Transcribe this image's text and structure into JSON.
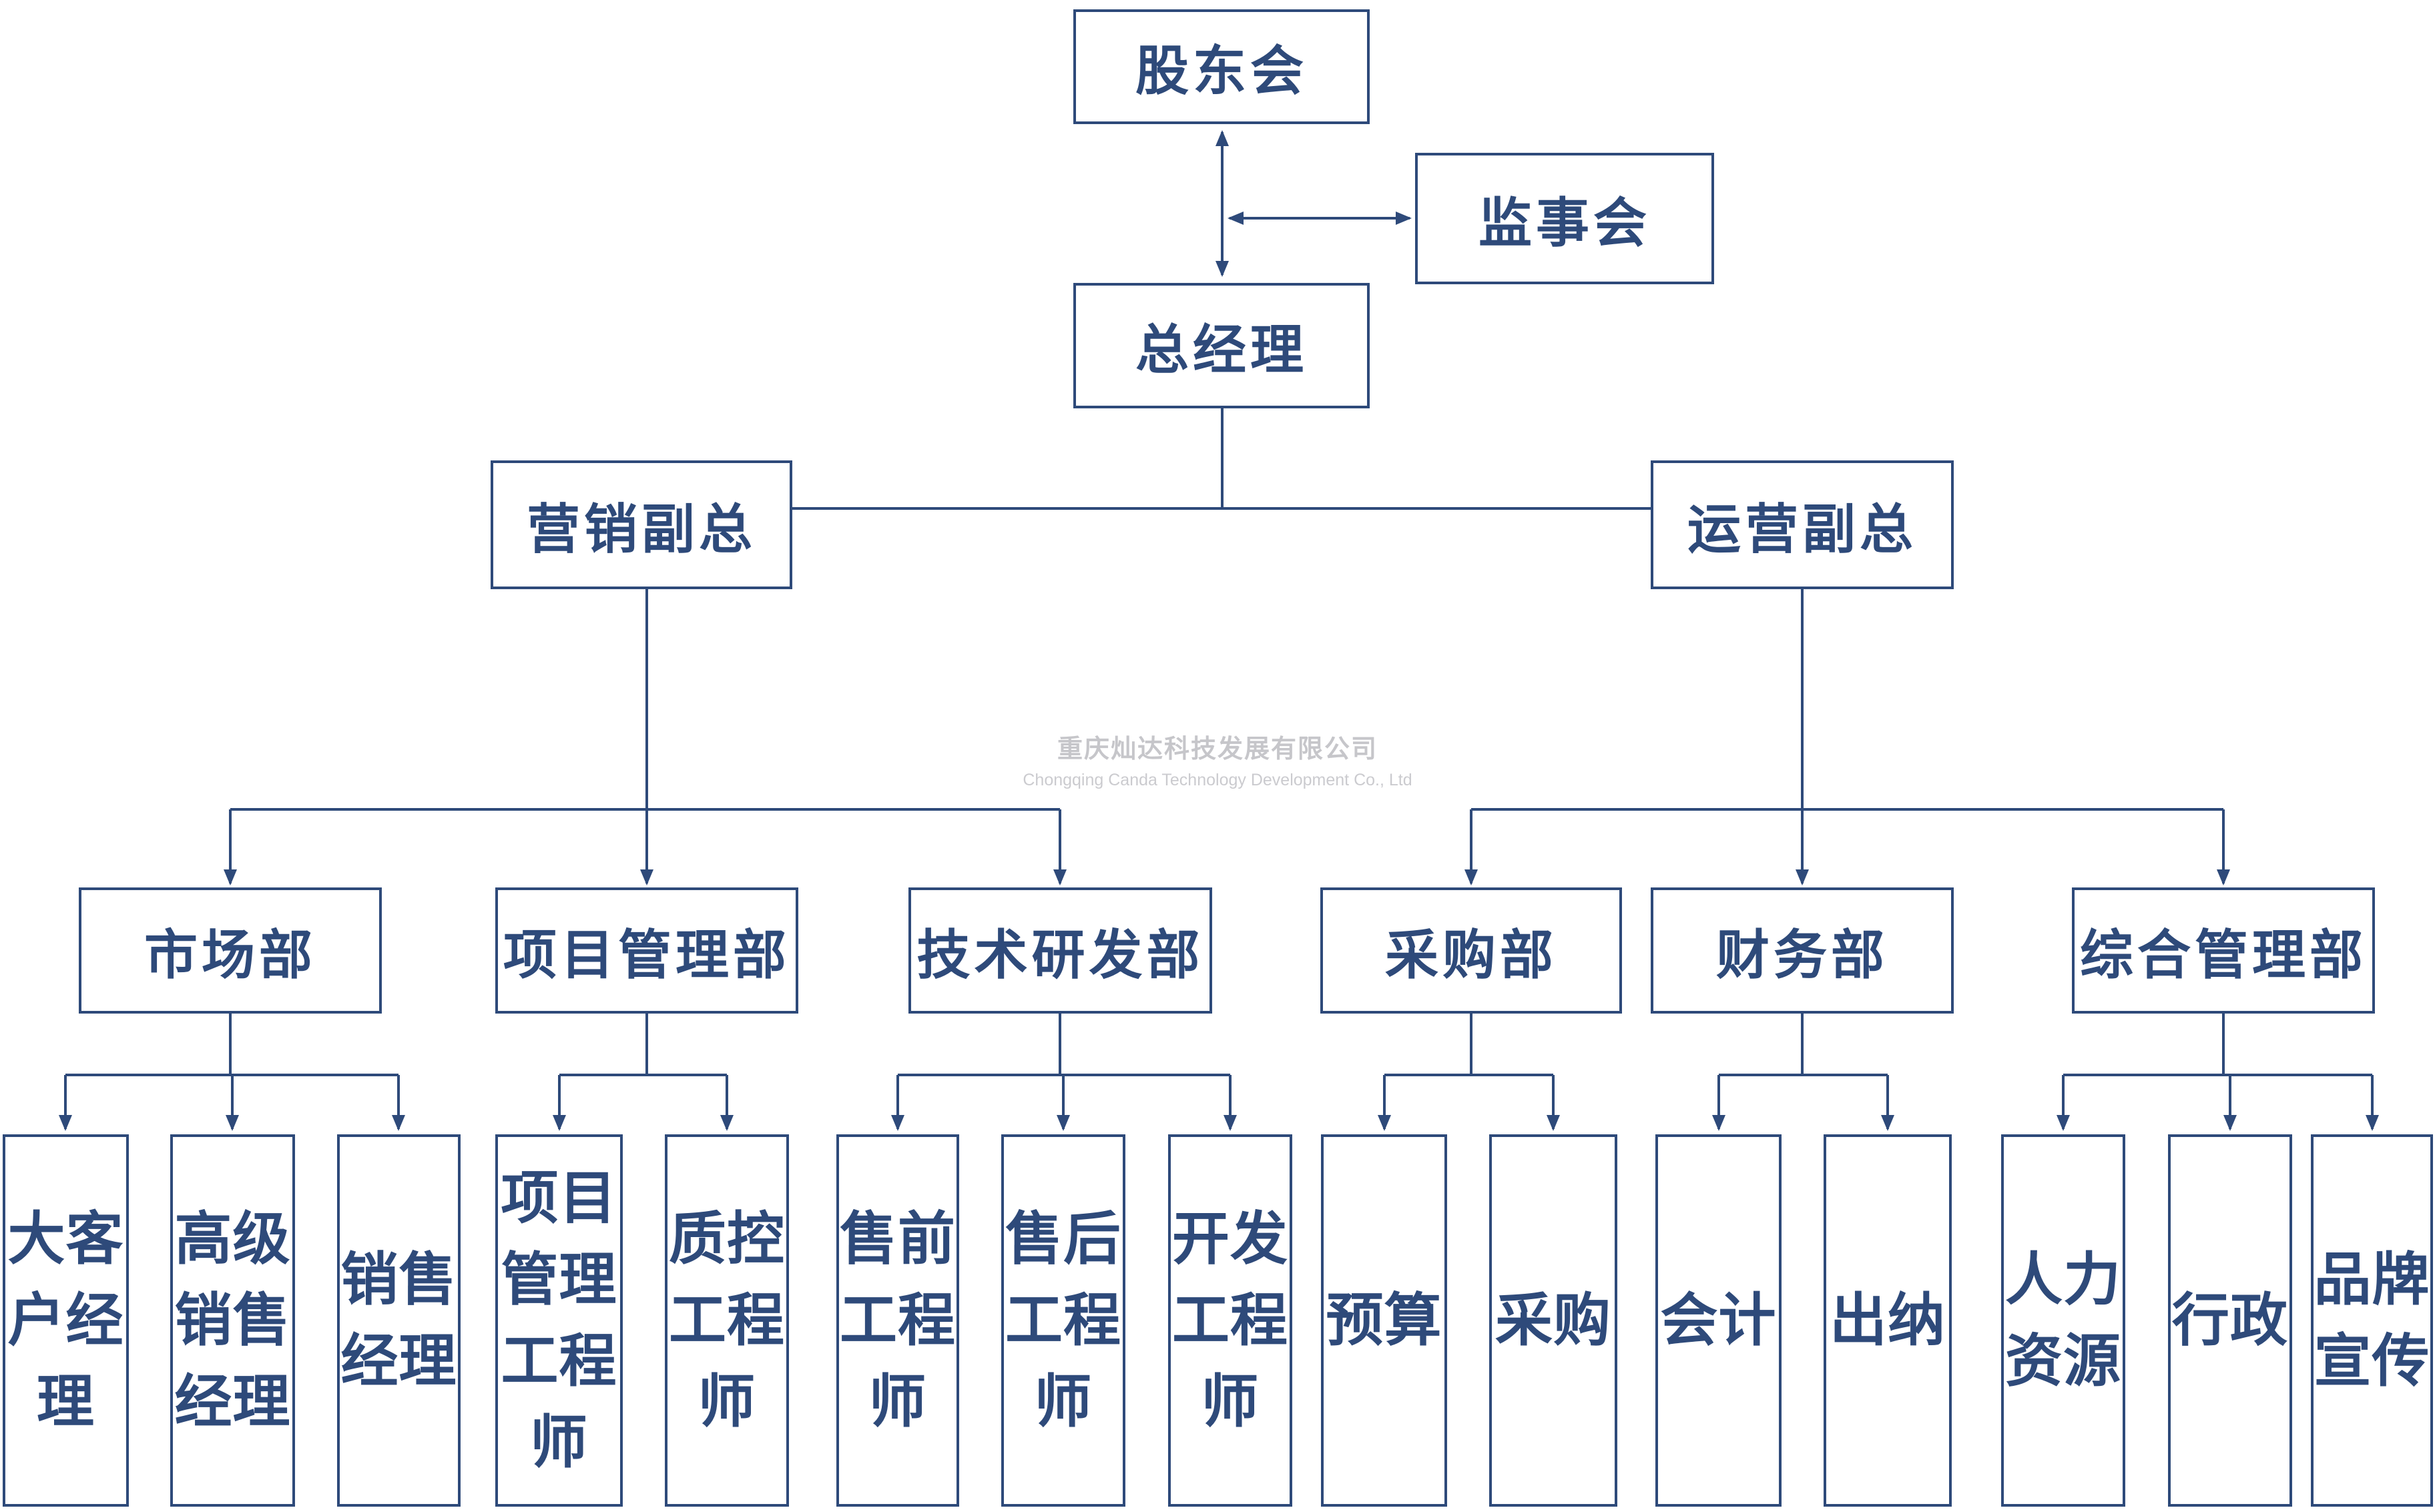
{
  "colors": {
    "line": "#2e4a7a",
    "box_border": "#2e4a7a",
    "label_text": "#2e4a7a",
    "watermark_cn": "#c6c6ca",
    "watermark_en": "#cbcbcf",
    "background": "#ffffff"
  },
  "watermark": {
    "company_cn": "重庆灿达科技发展有限公司",
    "company_en": "Chongqing Canda Technology Development Co., Ltd"
  },
  "org": {
    "top": {
      "shareholders": "股东会",
      "supervisory_board": "监事会",
      "general_manager": "总经理"
    },
    "vice_presidents": [
      {
        "label": "营销副总"
      },
      {
        "label": "运营副总"
      }
    ],
    "departments": [
      {
        "label": "市场部",
        "positions": [
          "大客户经理",
          "高级销售经理",
          "销售经理"
        ]
      },
      {
        "label": "项目管理部",
        "positions": [
          "项目管理工程师",
          "质控工程师"
        ]
      },
      {
        "label": "技术研发部",
        "positions": [
          "售前工程师",
          "售后工程师",
          "开发工程师"
        ]
      },
      {
        "label": "采购部",
        "positions": [
          "预算",
          "采购"
        ]
      },
      {
        "label": "财务部",
        "positions": [
          "会计",
          "出纳"
        ]
      },
      {
        "label": "综合管理部",
        "positions": [
          "人力资源",
          "行政",
          "品牌宣传"
        ]
      }
    ]
  }
}
